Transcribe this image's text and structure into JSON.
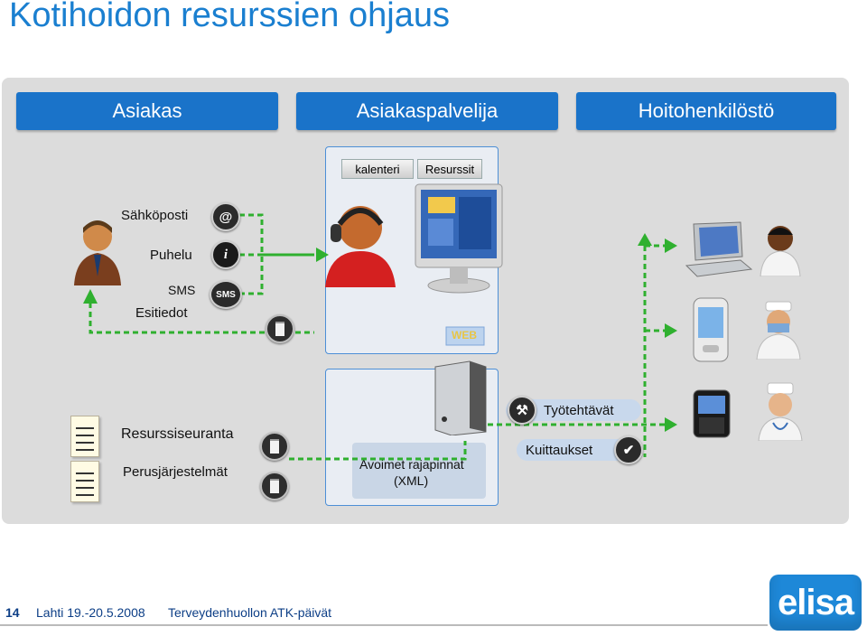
{
  "title": "Kotihoidon resurssien ohjaus",
  "lanes": {
    "asiakas": "Asiakas",
    "asiakaspalvelija": "Asiakaspalvelija",
    "hoitohenkilosto": "Hoitohenkilöstö"
  },
  "tabs": {
    "kalenteri": "kalenteri",
    "resurssit": "Resurssit"
  },
  "channels": {
    "email": "Sähköposti",
    "phone": "Puhelu",
    "sms": "SMS",
    "prefill": "Esitiedot"
  },
  "badges": {
    "email": "@",
    "phone": "i",
    "sms": "SMS"
  },
  "web_label": "WEB",
  "systems": {
    "resource_tracking": "Resurssiseuranta",
    "base_systems": "Perusjärjestelmät"
  },
  "api": {
    "line1": "Avoimet rajapinnat",
    "line2": "(XML)"
  },
  "tasks": {
    "work_tasks": "Työtehtävät",
    "acks": "Kuittaukset"
  },
  "footer": {
    "page": "14",
    "date": "Lahti 19.-20.5.2008",
    "event": "Terveydenhuollon ATK-päivät",
    "logo": "elisa"
  },
  "colors": {
    "accent": "#1a73c9",
    "connector": "#2fb02f"
  }
}
